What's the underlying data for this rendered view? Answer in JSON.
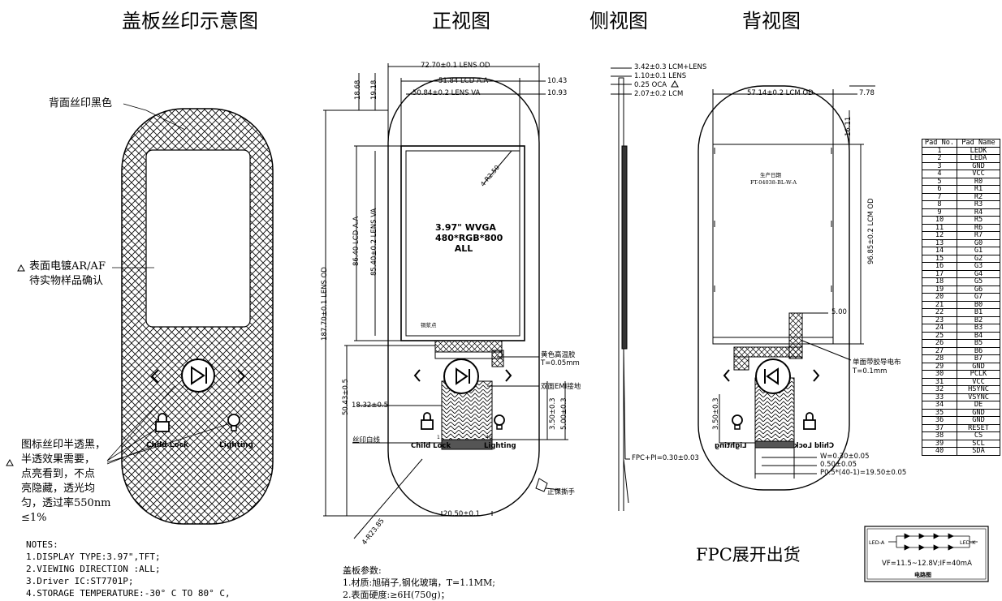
{
  "titles": {
    "cover_print": "盖板丝印示意图",
    "front": "正视图",
    "side": "侧视图",
    "back": "背视图",
    "fpc_ship": "FPC展开出货"
  },
  "cover": {
    "back_print": "背面丝印黑色",
    "surface_l1": "表面电镀AR/AF",
    "surface_l2": "待实物样品确认",
    "icon_note": [
      "图标丝印半透黑，",
      "半透效果需要，",
      "点亮看到，不点",
      "亮隐藏，透光均",
      "匀，透过率550nm",
      "≤1%"
    ],
    "child_lock": "Child Lock",
    "lighting": "Lighting"
  },
  "notes": {
    "heading": "NOTES:",
    "lines": [
      "1.DISPLAY TYPE:3.97\",TFT;",
      "2.VIEWING DIRECTION :ALL;",
      "3.Driver IC:ST7701P;",
      "4.STORAGE TEMPERATURE:-30° C TO 80° C,"
    ]
  },
  "cover_params": {
    "heading": "盖板参数:",
    "lines": [
      "1.材质:旭硝子,钢化玻璃，T=1.1MM;",
      "2.表面硬度:≥6H(750g)；"
    ]
  },
  "front": {
    "dims": {
      "lens_od_w": "72.70±0.1 LENS OD",
      "lcd_aa_w": "51.84 LCD A.A",
      "lens_va_w": "50.84±0.2 LENS VA",
      "d_1043": "10.43",
      "d_1093": "10.93",
      "d_1868": "18.68",
      "d_1918": "19.18",
      "lcd_aa_h": "86.40 LCD A.A",
      "lens_va_h": "85.40±0.2 LENS VA",
      "lens_od_h": "187.70±0.1 LENS OD",
      "d_5043": "50.43±0.5",
      "d_1832": "18.32±0.5",
      "d_350": "3.50±0.3",
      "d_500": "5.00±0.3",
      "d_2050": "20.50±0.1",
      "r_2385": "4-R23.85",
      "r_250": "4-R2.50"
    },
    "panel_l1": "3.97\" WVGA",
    "panel_l2": "480*RGB*800",
    "panel_l3": "ALL",
    "copper": "铜浆点",
    "yellow_tape_l1": "黄色高温胶",
    "yellow_tape_l2": "T=0.05mm",
    "emi": "双面EMI接地",
    "silk_line": "丝印白线",
    "protect": "正保撕手",
    "pin1": "1",
    "pin40": "40",
    "child_lock": "Child Lock",
    "lighting": "Lighting"
  },
  "side": {
    "d1": "3.42±0.3 LCM+LENS",
    "d2": "1.10±0.1 LENS",
    "d3": "0.25 OCA",
    "d4": "2.07±0.2 LCM",
    "fpc": "FPC+PI=0.30±0.03"
  },
  "back": {
    "lcm_od_w": "57.14±0.2 LCM OD",
    "d_778": "7.78",
    "d_1611": "16.11",
    "lcm_od_h": "96.85±0.2 LCM OD",
    "d_500": "5.00",
    "d_350": "3.50±0.3",
    "w": "W=0.30±0.05",
    "gap": "0.50±0.05",
    "pitch": "P0.5*(40-1)=19.50±0.05",
    "date": "生产日期",
    "model": "FT-04038-BL-W-A",
    "tape_l1": "单面带胶导电布",
    "tape_l2": "T=0.1mm",
    "child_lock": "Child Lock",
    "lighting": "Lighting"
  },
  "pins": {
    "headers": [
      "Pad No.",
      "Pad Name"
    ],
    "rows": [
      [
        "1",
        "LEDK"
      ],
      [
        "2",
        "LEDA"
      ],
      [
        "3",
        "GND"
      ],
      [
        "4",
        "VCC"
      ],
      [
        "5",
        "R0"
      ],
      [
        "6",
        "R1"
      ],
      [
        "7",
        "R2"
      ],
      [
        "8",
        "R3"
      ],
      [
        "9",
        "R4"
      ],
      [
        "10",
        "R5"
      ],
      [
        "11",
        "R6"
      ],
      [
        "12",
        "R7"
      ],
      [
        "13",
        "G0"
      ],
      [
        "14",
        "G1"
      ],
      [
        "15",
        "G2"
      ],
      [
        "16",
        "G3"
      ],
      [
        "17",
        "G4"
      ],
      [
        "18",
        "G5"
      ],
      [
        "19",
        "G6"
      ],
      [
        "20",
        "G7"
      ],
      [
        "21",
        "B0"
      ],
      [
        "22",
        "B1"
      ],
      [
        "23",
        "B2"
      ],
      [
        "24",
        "B3"
      ],
      [
        "25",
        "B4"
      ],
      [
        "26",
        "B5"
      ],
      [
        "27",
        "B6"
      ],
      [
        "28",
        "B7"
      ],
      [
        "29",
        "GND"
      ],
      [
        "30",
        "PCLK"
      ],
      [
        "31",
        "VCC"
      ],
      [
        "32",
        "HSYNC"
      ],
      [
        "33",
        "VSYNC"
      ],
      [
        "34",
        "DE"
      ],
      [
        "35",
        "GND"
      ],
      [
        "36",
        "GND"
      ],
      [
        "37",
        "RESET"
      ],
      [
        "38",
        "CS"
      ],
      [
        "39",
        "SCL"
      ],
      [
        "40",
        "SDA"
      ]
    ]
  },
  "led": {
    "left": "LED-A",
    "right": "LED-K",
    "spec": "VF=11.5~12.8V;IF=40mA",
    "caption": "电路图"
  },
  "icons": [
    "prev-chevron-icon",
    "play-pause-icon",
    "next-chevron-icon",
    "padlock-icon",
    "bulb-icon",
    "warning-triangle-icon"
  ]
}
